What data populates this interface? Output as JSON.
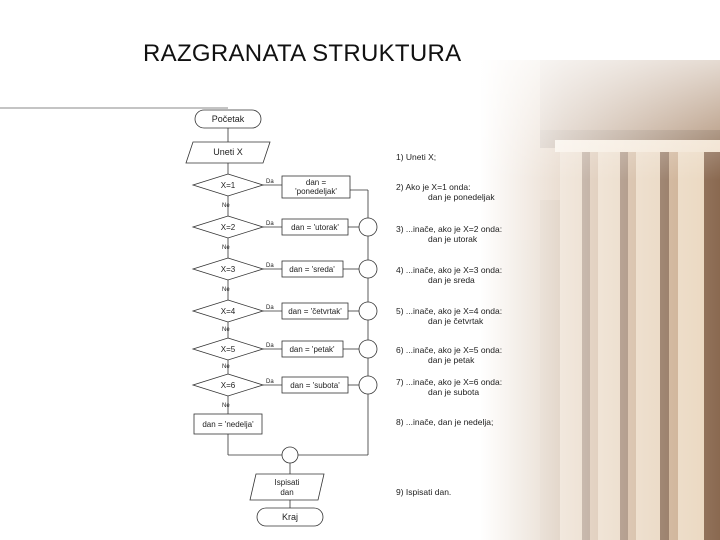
{
  "slide": {
    "title": "RAZGRANATA STRUKTURA"
  },
  "flowchart": {
    "start": "Početak",
    "input": "Uneti X",
    "decisions": [
      {
        "cond": "X=1",
        "assign": [
          "dan =",
          "'ponedeljak'"
        ]
      },
      {
        "cond": "X=2",
        "assign": [
          "dan = 'utorak'"
        ]
      },
      {
        "cond": "X=3",
        "assign": [
          "dan = 'sreda'"
        ]
      },
      {
        "cond": "X=4",
        "assign": [
          "dan = 'četvrtak'"
        ]
      },
      {
        "cond": "X=5",
        "assign": [
          "dan = 'petak'"
        ]
      },
      {
        "cond": "X=6",
        "assign": [
          "dan = 'subota'"
        ]
      }
    ],
    "yes_label": "Da",
    "no_label": "Ne",
    "else_assign": "dan = 'nedelja'",
    "output": [
      "Ispisati",
      "dan"
    ],
    "end": "Kraj"
  },
  "steps": [
    {
      "main": "1) Uneti X;"
    },
    {
      "main": "2) Ako je X=1 onda:",
      "sub": "dan je ponedeljak"
    },
    {
      "main": "3) ...inače, ako je X=2 onda:",
      "sub": "dan je utorak"
    },
    {
      "main": "4) ...inače, ako je X=3 onda:",
      "sub": "dan je sreda"
    },
    {
      "main": "5) ...inače, ako je X=4 onda:",
      "sub": "dan je četvrtak"
    },
    {
      "main": "6) ...inače, ako je X=5 onda:",
      "sub": "dan je petak"
    },
    {
      "main": "7) ...inače, ako je X=6 onda:",
      "sub": "dan je subota"
    },
    {
      "main": "8) ...inače, dan je nedelja;"
    },
    {
      "main": "9) Ispisati dan."
    }
  ]
}
